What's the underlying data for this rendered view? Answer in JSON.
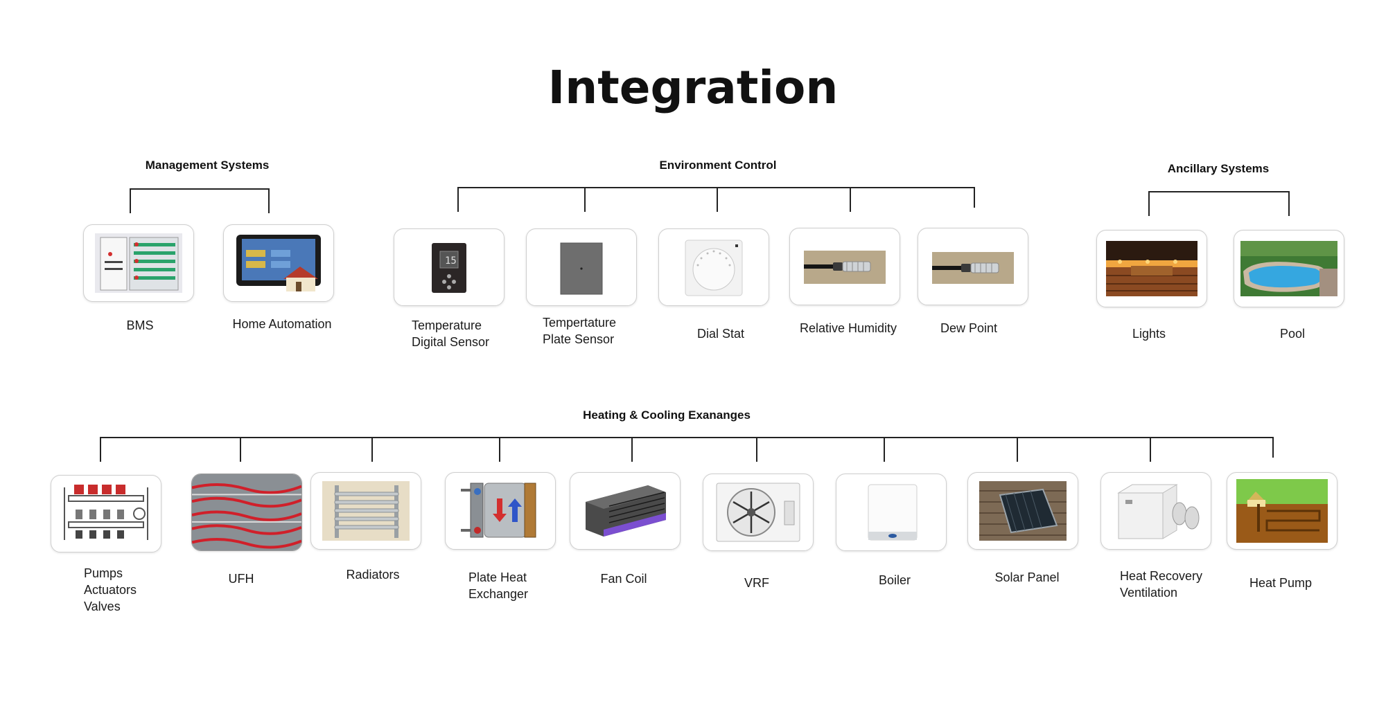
{
  "title": "Integration",
  "groups": {
    "management": {
      "title": "Management Systems",
      "items": [
        {
          "lines": [
            "BMS"
          ],
          "icon": "bms-panel-icon"
        },
        {
          "lines": [
            "Home Automation"
          ],
          "icon": "home-automation-tablet-icon"
        }
      ]
    },
    "environment": {
      "title": "Environment Control",
      "items": [
        {
          "lines": [
            "Temperature",
            "Digital Sensor"
          ],
          "icon": "digital-thermostat-icon"
        },
        {
          "lines": [
            "Tempertature",
            "Plate Sensor"
          ],
          "icon": "plate-sensor-icon"
        },
        {
          "lines": [
            "Dial Stat"
          ],
          "icon": "dial-thermostat-icon"
        },
        {
          "lines": [
            "Relative Humidity"
          ],
          "icon": "humidity-probe-icon"
        },
        {
          "lines": [
            "Dew Point"
          ],
          "icon": "dew-point-probe-icon"
        }
      ]
    },
    "ancillary": {
      "title": "Ancillary Systems",
      "items": [
        {
          "lines": [
            "Lights"
          ],
          "icon": "deck-lights-icon"
        },
        {
          "lines": [
            "Pool"
          ],
          "icon": "pool-icon"
        }
      ]
    },
    "heating": {
      "title": "Heating & Cooling  Exananges",
      "items": [
        {
          "lines": [
            "Pumps",
            "Actuators",
            "Valves"
          ],
          "icon": "manifold-icon"
        },
        {
          "lines": [
            "UFH"
          ],
          "icon": "underfloor-heating-icon"
        },
        {
          "lines": [
            "Radiators"
          ],
          "icon": "towel-radiator-icon"
        },
        {
          "lines": [
            "Plate Heat",
            "Exchanger"
          ],
          "icon": "plate-heat-exchanger-icon"
        },
        {
          "lines": [
            "Fan Coil"
          ],
          "icon": "fan-coil-icon"
        },
        {
          "lines": [
            "VRF"
          ],
          "icon": "vrf-unit-icon"
        },
        {
          "lines": [
            "Boiler"
          ],
          "icon": "boiler-icon"
        },
        {
          "lines": [
            "Solar Panel"
          ],
          "icon": "solar-panel-icon"
        },
        {
          "lines": [
            "Heat Recovery",
            "Ventilation"
          ],
          "icon": "heat-recovery-unit-icon"
        },
        {
          "lines": [
            "Heat Pump"
          ],
          "icon": "ground-heat-pump-icon"
        }
      ]
    }
  }
}
